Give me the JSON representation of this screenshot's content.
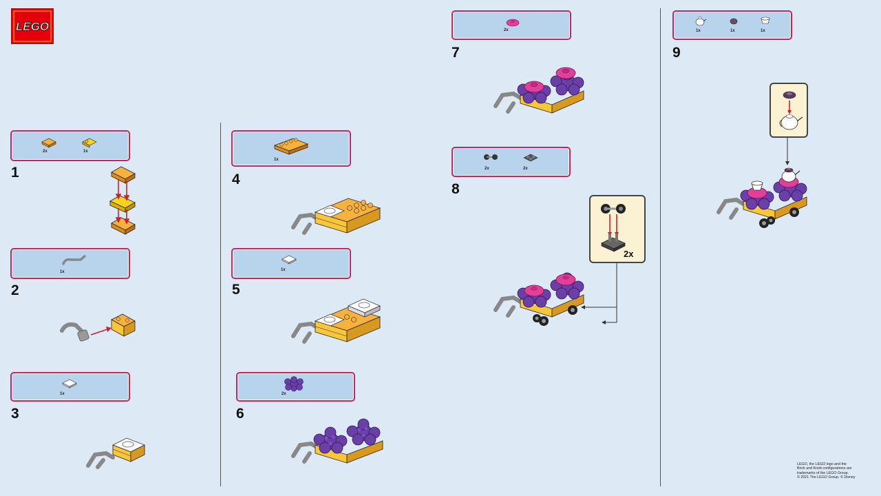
{
  "brand": {
    "logo_text": "LEGO",
    "color": "#e3000b"
  },
  "steps": [
    {
      "number": "1",
      "parts": [
        {
          "qty": "2x",
          "icon": "orange-plate-2x2-icon"
        },
        {
          "qty": "1x",
          "icon": "yellow-plate-with-clips-icon"
        }
      ]
    },
    {
      "number": "2",
      "parts": [
        {
          "qty": "1x",
          "icon": "grey-handle-bar-icon"
        }
      ]
    },
    {
      "number": "3",
      "parts": [
        {
          "qty": "1x",
          "icon": "white-tile-2x2-icon"
        }
      ]
    },
    {
      "number": "4",
      "parts": [
        {
          "qty": "1x",
          "icon": "orange-brick-2x4-icon"
        }
      ]
    },
    {
      "number": "5",
      "parts": [
        {
          "qty": "1x",
          "icon": "white-tile-2x2-icon"
        }
      ]
    },
    {
      "number": "6",
      "parts": [
        {
          "qty": "2x",
          "icon": "purple-flower-plate-icon"
        }
      ]
    },
    {
      "number": "7",
      "parts": [
        {
          "qty": "2x",
          "icon": "pink-round-plate-icon"
        }
      ]
    },
    {
      "number": "8",
      "parts": [
        {
          "qty": "2x",
          "icon": "wheel-axle-icon"
        },
        {
          "qty": "2x",
          "icon": "dark-grey-wheel-holder-icon"
        }
      ]
    },
    {
      "number": "9",
      "parts": [
        {
          "qty": "1x",
          "icon": "white-teapot-icon"
        },
        {
          "qty": "1x",
          "icon": "dark-round-plate-icon"
        },
        {
          "qty": "1x",
          "icon": "white-teacup-icon"
        }
      ]
    }
  ],
  "callouts": {
    "step8_qty": "2x"
  },
  "colors": {
    "background": "#dde9f5",
    "parts_box": "#b8d3ec",
    "parts_border": "#c0285f",
    "arrow": "#d0202b",
    "callout_bg": "#fbf1d3"
  },
  "legal": {
    "line1": "LEGO, the LEGO logo and the",
    "line2": "Brick and Knob configurations are",
    "line3": "trademarks of the LEGO Group.",
    "line4": "© 2021 The LEGO Group. © Disney"
  }
}
